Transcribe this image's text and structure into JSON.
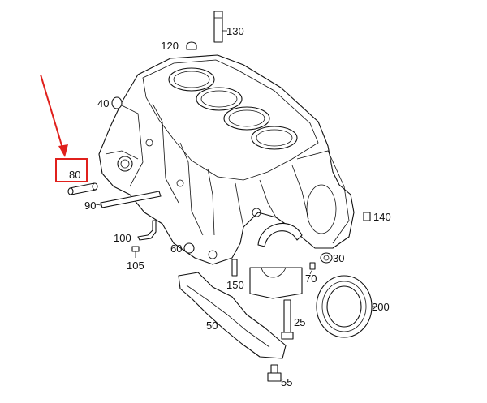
{
  "highlight": {
    "color": "#e0201c",
    "label": "80"
  },
  "parts": {
    "p130": "130",
    "p120": "120",
    "p40": "40",
    "p80": "80",
    "p90": "90",
    "p100": "100",
    "p105": "105",
    "p60": "60",
    "p150": "150",
    "p70": "70",
    "p30": "30",
    "p140": "140",
    "p200": "200",
    "p25": "25",
    "p50": "50",
    "p55": "55"
  }
}
